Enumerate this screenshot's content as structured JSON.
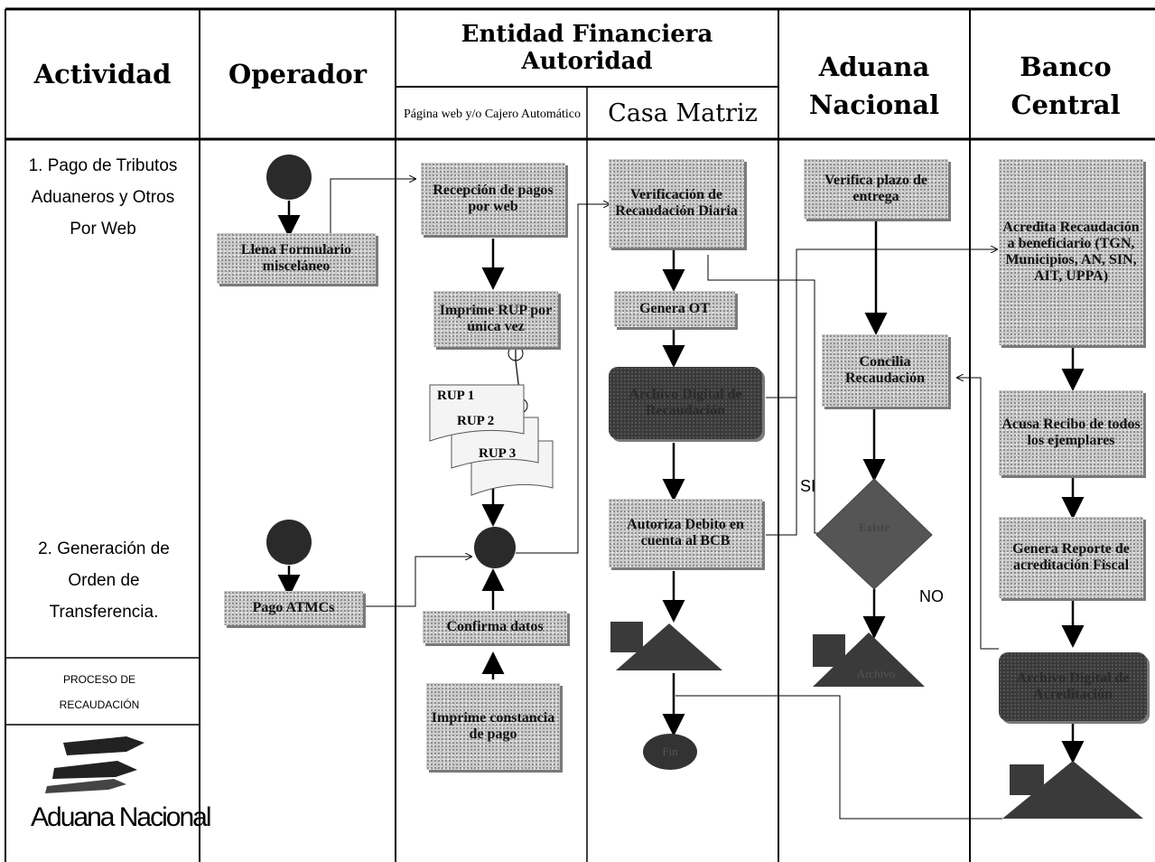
{
  "headers": {
    "actividad": "Actividad",
    "operador": "Operador",
    "entidad": "Entidad Financiera Autoridad",
    "pagina_web": "Página web y/o Cajero Automático",
    "casa_matriz": "Casa Matriz",
    "aduana": "Aduana Nacional",
    "banco": "Banco Central"
  },
  "activities": {
    "a1": "1. Pago de Tributos Aduaneros y Otros Por Web",
    "a2": "2. Generación de Orden de Transferencia.",
    "proceso": "PROCESO DE RECAUDACIÓN"
  },
  "logo_text": "Aduana Nacional",
  "boxes": {
    "llena_formulario": "Llena Formulario misceláneo",
    "pago_atmc": "Pago ATMCs",
    "recepcion_pagos": "Recepción de pagos por web",
    "imprime_rup": "Imprime RUP por única vez",
    "confirma_datos": "Confirma datos",
    "imprime_constancia": "Imprime constancia de pago",
    "verificacion": "Verificación de Recaudación Diaria",
    "genera_ot": "Genera OT",
    "archivo_digital": "Archivo Digital de Recaudación",
    "autoriza_debito": "Autoriza Debito en cuenta al BCB",
    "fin": "Fin",
    "verifica_plazo": "Verifica plazo de entrega",
    "concilia": "Concilia Recaudación",
    "existe": "Existe",
    "archivo_aduana": "Archivo",
    "acredita": "Acredita Recaudación a beneficiario (TGN, Municipios, AN, SIN, AIT, UPPA)",
    "acusa": "Acusa Recibo de todos los ejemplares",
    "genera_reporte": "Genera Reporte de acreditación Fiscal",
    "archivo_banco": "Archivo Digital de Acreditación"
  },
  "documents": {
    "rup1": "RUP 1",
    "rup2": "RUP 2",
    "rup3": "RUP 3"
  },
  "decision": {
    "si": "SI",
    "no": "NO"
  }
}
